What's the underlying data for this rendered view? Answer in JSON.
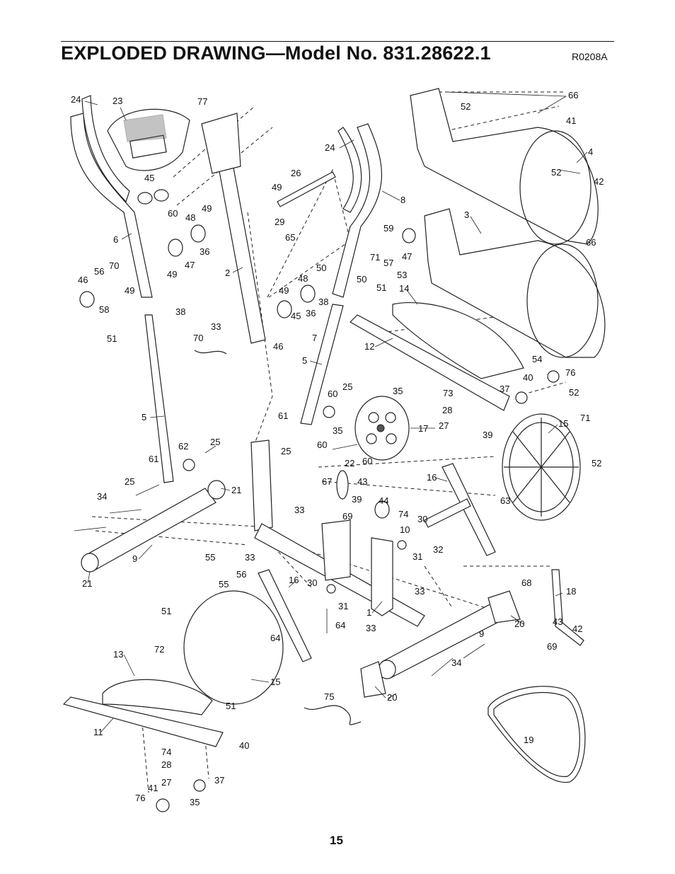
{
  "header": {
    "title": "EXPLODED DRAWING—Model No. 831.28622.1",
    "drawing_code": "R0208A"
  },
  "footer": {
    "page_number": "15"
  },
  "callouts": [
    "1",
    "2",
    "3",
    "4",
    "5",
    "5",
    "6",
    "7",
    "8",
    "9",
    "9",
    "10",
    "11",
    "12",
    "13",
    "14",
    "15",
    "15",
    "16",
    "16",
    "17",
    "18",
    "19",
    "20",
    "20",
    "21",
    "21",
    "22",
    "23",
    "24",
    "24",
    "25",
    "25",
    "25",
    "25",
    "26",
    "27",
    "27",
    "28",
    "28",
    "29",
    "30",
    "30",
    "31",
    "31",
    "32",
    "33",
    "33",
    "33",
    "33",
    "33",
    "34",
    "34",
    "35",
    "35",
    "35",
    "36",
    "36",
    "37",
    "37",
    "38",
    "38",
    "39",
    "39",
    "40",
    "40",
    "41",
    "41",
    "42",
    "42",
    "43",
    "43",
    "44",
    "45",
    "45",
    "46",
    "46",
    "47",
    "47",
    "48",
    "48",
    "49",
    "49",
    "49",
    "49",
    "49",
    "50",
    "50",
    "51",
    "51",
    "51",
    "51",
    "52",
    "52",
    "52",
    "52",
    "53",
    "54",
    "55",
    "55",
    "56",
    "56",
    "57",
    "58",
    "59",
    "60",
    "60",
    "60",
    "60",
    "61",
    "61",
    "62",
    "63",
    "64",
    "64",
    "65",
    "66",
    "66",
    "67",
    "68",
    "69",
    "69",
    "70",
    "70",
    "71",
    "71",
    "72",
    "73",
    "74",
    "74",
    "75",
    "76",
    "76",
    "77"
  ]
}
